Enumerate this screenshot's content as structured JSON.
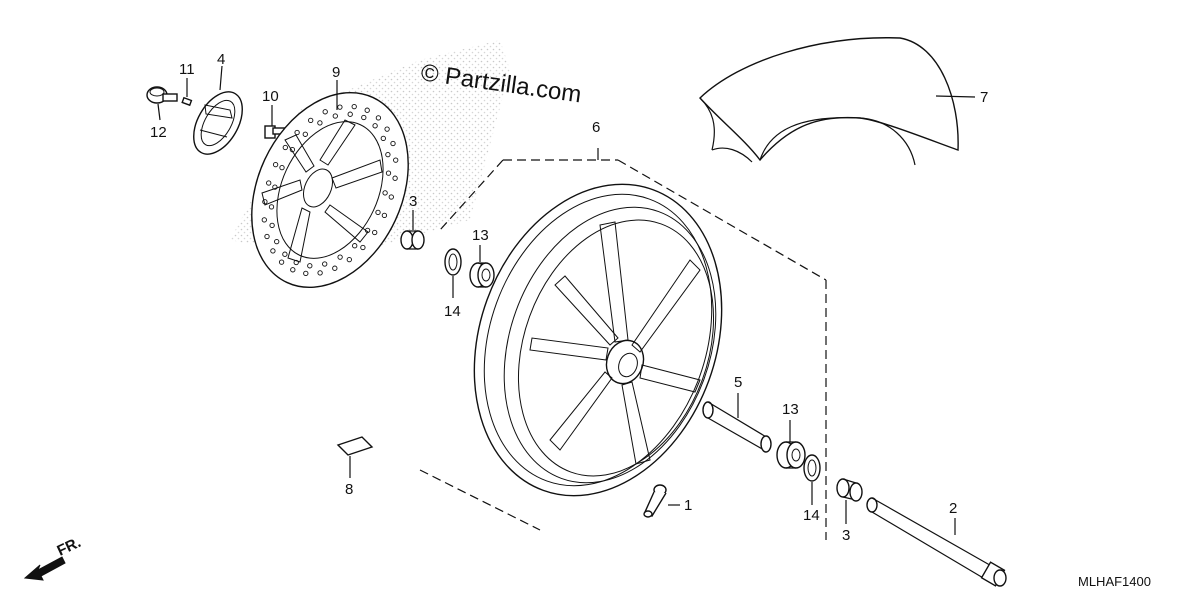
{
  "watermark": "© Partzilla.com",
  "diagram_code": "MLHAF1400",
  "direction_label": "FR.",
  "callouts": [
    {
      "id": "c11",
      "text": "11"
    },
    {
      "id": "c4",
      "text": "4"
    },
    {
      "id": "c12",
      "text": "12"
    },
    {
      "id": "c10",
      "text": "10"
    },
    {
      "id": "c9",
      "text": "9"
    },
    {
      "id": "c3a",
      "text": "3"
    },
    {
      "id": "c13a",
      "text": "13"
    },
    {
      "id": "c14a",
      "text": "14"
    },
    {
      "id": "c6",
      "text": "6"
    },
    {
      "id": "c7",
      "text": "7"
    },
    {
      "id": "c5",
      "text": "5"
    },
    {
      "id": "c13b",
      "text": "13"
    },
    {
      "id": "c14b",
      "text": "14"
    },
    {
      "id": "c3b",
      "text": "3"
    },
    {
      "id": "c2",
      "text": "2"
    },
    {
      "id": "c1",
      "text": "1"
    },
    {
      "id": "c8",
      "text": "8"
    }
  ]
}
